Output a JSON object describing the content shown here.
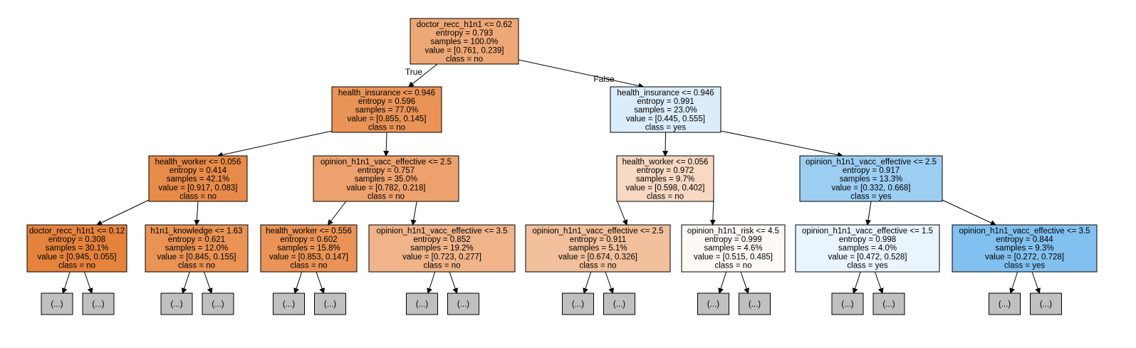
{
  "edge_labels": {
    "true_label": "True",
    "false_label": "False"
  },
  "colors": {
    "n0": "#eda876",
    "n1": "#e99456",
    "n2": "#dbecfa",
    "n3": "#e78b49",
    "n4": "#eda26d",
    "n5": "#f7d8c2",
    "n6": "#9ccef2",
    "n7": "#e5833c",
    "n8": "#e99355",
    "n9": "#e99456",
    "n10": "#f0b48a",
    "n11": "#f2c09c",
    "n12": "#fef9f5",
    "n13": "#e9f4fc",
    "n14": "#82c1ef",
    "leaf": "#c0c0c0"
  },
  "nodes": [
    {
      "id": "n0",
      "lines": [
        "doctor_recc_h1n1 <= 0.62",
        "entropy = 0.793",
        "samples = 100.0%",
        "value = [0.761, 0.239]",
        "class = no"
      ]
    },
    {
      "id": "n1",
      "lines": [
        "health_insurance <= 0.946",
        "entropy = 0.596",
        "samples = 77.0%",
        "value = [0.855, 0.145]",
        "class = no"
      ]
    },
    {
      "id": "n2",
      "lines": [
        "health_insurance <= 0.946",
        "entropy = 0.991",
        "samples = 23.0%",
        "value = [0.445, 0.555]",
        "class = yes"
      ]
    },
    {
      "id": "n3",
      "lines": [
        "health_worker <= 0.056",
        "entropy = 0.414",
        "samples = 42.1%",
        "value = [0.917, 0.083]",
        "class = no"
      ]
    },
    {
      "id": "n4",
      "lines": [
        "opinion_h1n1_vacc_effective <= 2.5",
        "entropy = 0.757",
        "samples = 35.0%",
        "value = [0.782, 0.218]",
        "class = no"
      ]
    },
    {
      "id": "n5",
      "lines": [
        "health_worker <= 0.056",
        "entropy = 0.972",
        "samples = 9.7%",
        "value = [0.598, 0.402]",
        "class = no"
      ]
    },
    {
      "id": "n6",
      "lines": [
        "opinion_h1n1_vacc_effective <= 2.5",
        "entropy = 0.917",
        "samples = 13.3%",
        "value = [0.332, 0.668]",
        "class = yes"
      ]
    },
    {
      "id": "n7",
      "lines": [
        "doctor_recc_h1n1 <= 0.12",
        "entropy = 0.308",
        "samples = 30.1%",
        "value = [0.945, 0.055]",
        "class = no"
      ]
    },
    {
      "id": "n8",
      "lines": [
        "h1n1_knowledge <= 1.63",
        "entropy = 0.621",
        "samples = 12.0%",
        "value = [0.845, 0.155]",
        "class = no"
      ]
    },
    {
      "id": "n9",
      "lines": [
        "health_worker <= 0.556",
        "entropy = 0.602",
        "samples = 15.8%",
        "value = [0.853, 0.147]",
        "class = no"
      ]
    },
    {
      "id": "n10",
      "lines": [
        "opinion_h1n1_vacc_effective <= 3.5",
        "entropy = 0.852",
        "samples = 19.2%",
        "value = [0.723, 0.277]",
        "class = no"
      ]
    },
    {
      "id": "n11",
      "lines": [
        "opinion_h1n1_vacc_effective <= 2.5",
        "entropy = 0.911",
        "samples = 5.1%",
        "value = [0.674, 0.326]",
        "class = no"
      ]
    },
    {
      "id": "n12",
      "lines": [
        "opinion_h1n1_risk <= 4.5",
        "entropy = 0.999",
        "samples = 4.6%",
        "value = [0.515, 0.485]",
        "class = no"
      ]
    },
    {
      "id": "n13",
      "lines": [
        "opinion_h1n1_vacc_effective <= 1.5",
        "entropy = 0.998",
        "samples = 4.0%",
        "value = [0.472, 0.528]",
        "class = yes"
      ]
    },
    {
      "id": "n14",
      "lines": [
        "opinion_h1n1_vacc_effective <= 3.5",
        "entropy = 0.844",
        "samples = 9.3%",
        "value = [0.272, 0.728]",
        "class = yes"
      ]
    }
  ],
  "leaf_label": "(...)"
}
